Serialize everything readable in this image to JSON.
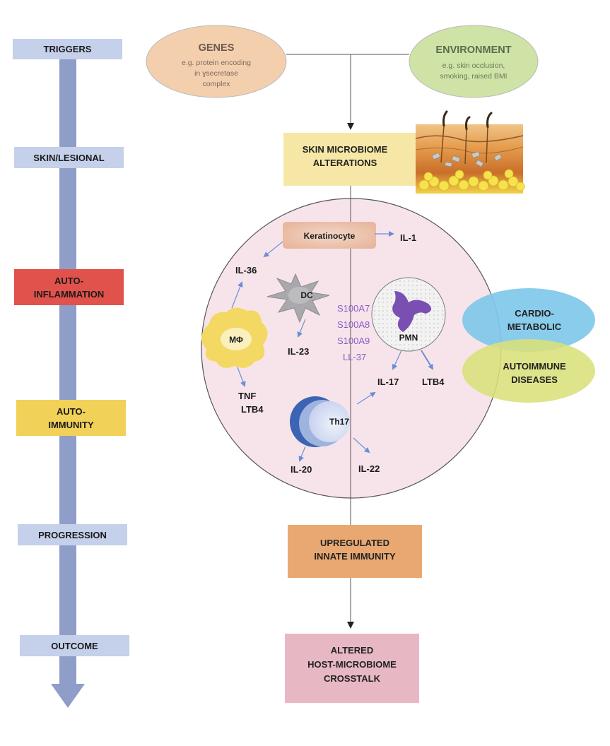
{
  "stages": [
    {
      "label": "TRIGGERS",
      "color": "#c5d0ea"
    },
    {
      "label": "SKIN/LESIONAL",
      "color": "#c5d0ea"
    },
    {
      "label": [
        "AUTO-",
        "INFLAMMATION"
      ],
      "color": "#e0524b"
    },
    {
      "label": [
        "AUTO-",
        "IMMUNITY"
      ],
      "color": "#f1d157"
    },
    {
      "label": "PROGRESSION",
      "color": "#c5d0ea"
    },
    {
      "label": "OUTCOME",
      "color": "#c5d0ea"
    }
  ],
  "genes": {
    "title": "GENES",
    "sub": [
      "e.g. protein encoding",
      "in ɣsecretase",
      "complex"
    ]
  },
  "environment": {
    "title": "ENVIRONMENT",
    "sub": [
      "e.g. skin occlusion,",
      "smoking, raised BMI"
    ]
  },
  "skin_microbiome": [
    "SKIN MICROBIOME",
    "ALTERATIONS"
  ],
  "cells": {
    "keratinocyte": "Keratinocyte",
    "dc": "DC",
    "macrophage": "MΦ",
    "pmn": "PMN",
    "th17": "Th17"
  },
  "cytokines": {
    "il1": "IL-1",
    "il36": "IL-36",
    "il23": "IL-23",
    "tnf": "TNF",
    "ltb4_left": "LTB4",
    "il17": "IL-17",
    "ltb4_right": "LTB4",
    "il20": "IL-20",
    "il22": "IL-22"
  },
  "peptides": [
    "S100A7",
    "S100A8",
    "S100A9",
    "LL-37"
  ],
  "comorbidities": {
    "cardio": [
      "CARDIO-",
      "METABOLIC"
    ],
    "autoimmune": [
      "AUTOIMMUNE",
      "DISEASES"
    ]
  },
  "upregulated": [
    "UPREGULATED",
    "INNATE IMMUNITY"
  ],
  "altered": [
    "ALTERED",
    "HOST-MICROBIOME",
    "CROSSTALK"
  ],
  "colors": {
    "stage_blue": "#c5d0ea",
    "timeline_arrow": "#8e9ec9",
    "genes": "#f4cfae",
    "environment": "#cfe3a6",
    "skin_box": "#f7e7a6",
    "circle": "#f7e4ea",
    "upregulated": "#e9a872",
    "altered": "#e7b8c4",
    "cardio": "#7fc8ea",
    "autoimmune": "#d9e07a",
    "purple_text": "#8a5cc7"
  }
}
